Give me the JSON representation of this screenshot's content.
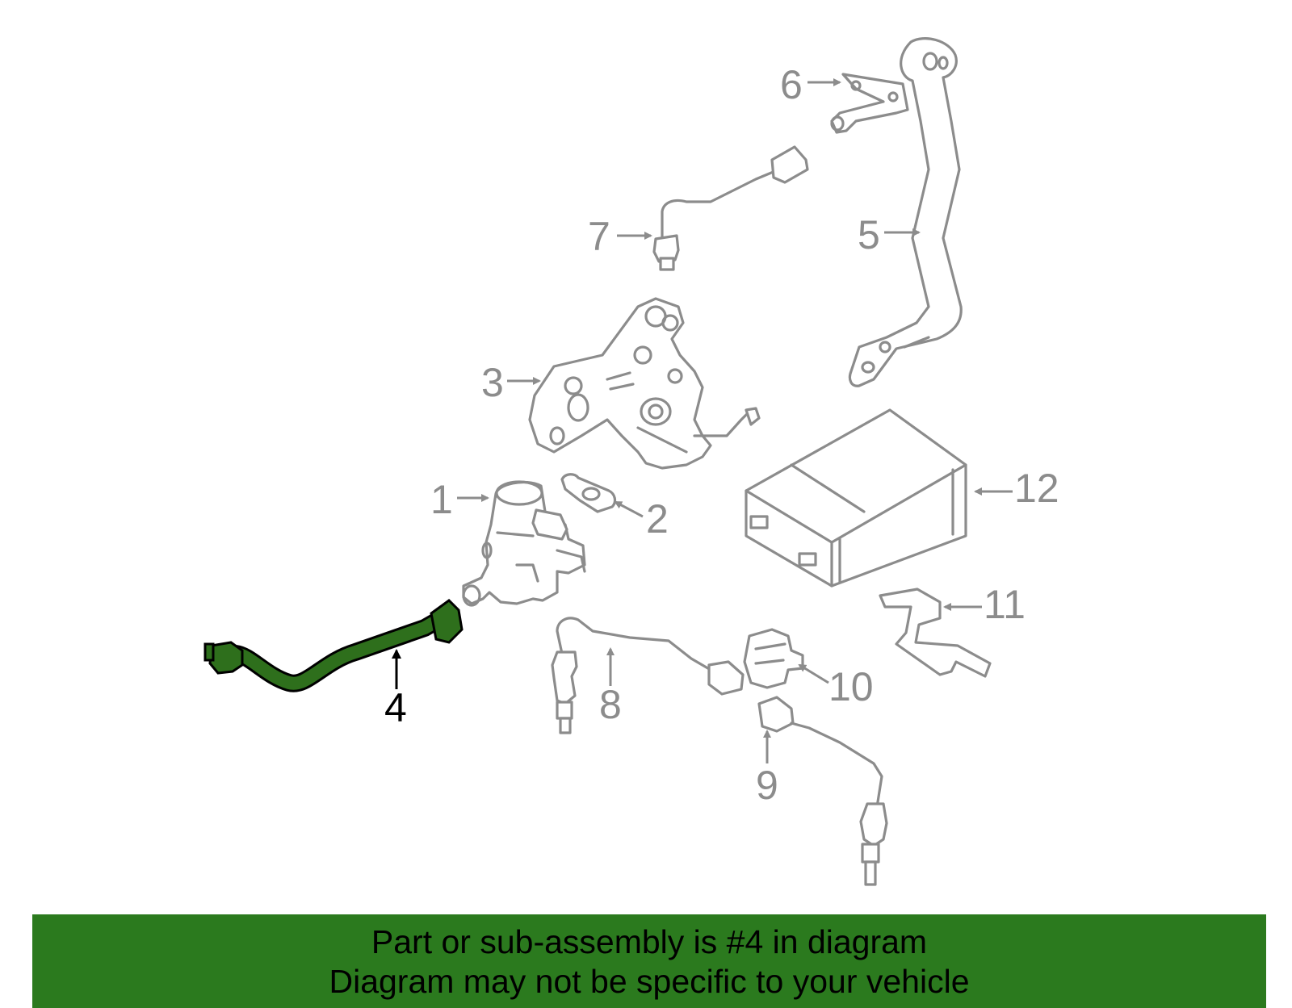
{
  "diagram": {
    "callouts": [
      "1",
      "2",
      "3",
      "4",
      "5",
      "6",
      "7",
      "8",
      "9",
      "10",
      "11",
      "12"
    ],
    "highlighted_callout": "4",
    "colors": {
      "parts": "#8c8c8c",
      "highlight": "#2e6f1c",
      "banner": "#2b7a1e"
    }
  },
  "banner": {
    "line1": "Part or sub-assembly is #4 in diagram",
    "line2": "Diagram may not be specific to your vehicle"
  }
}
